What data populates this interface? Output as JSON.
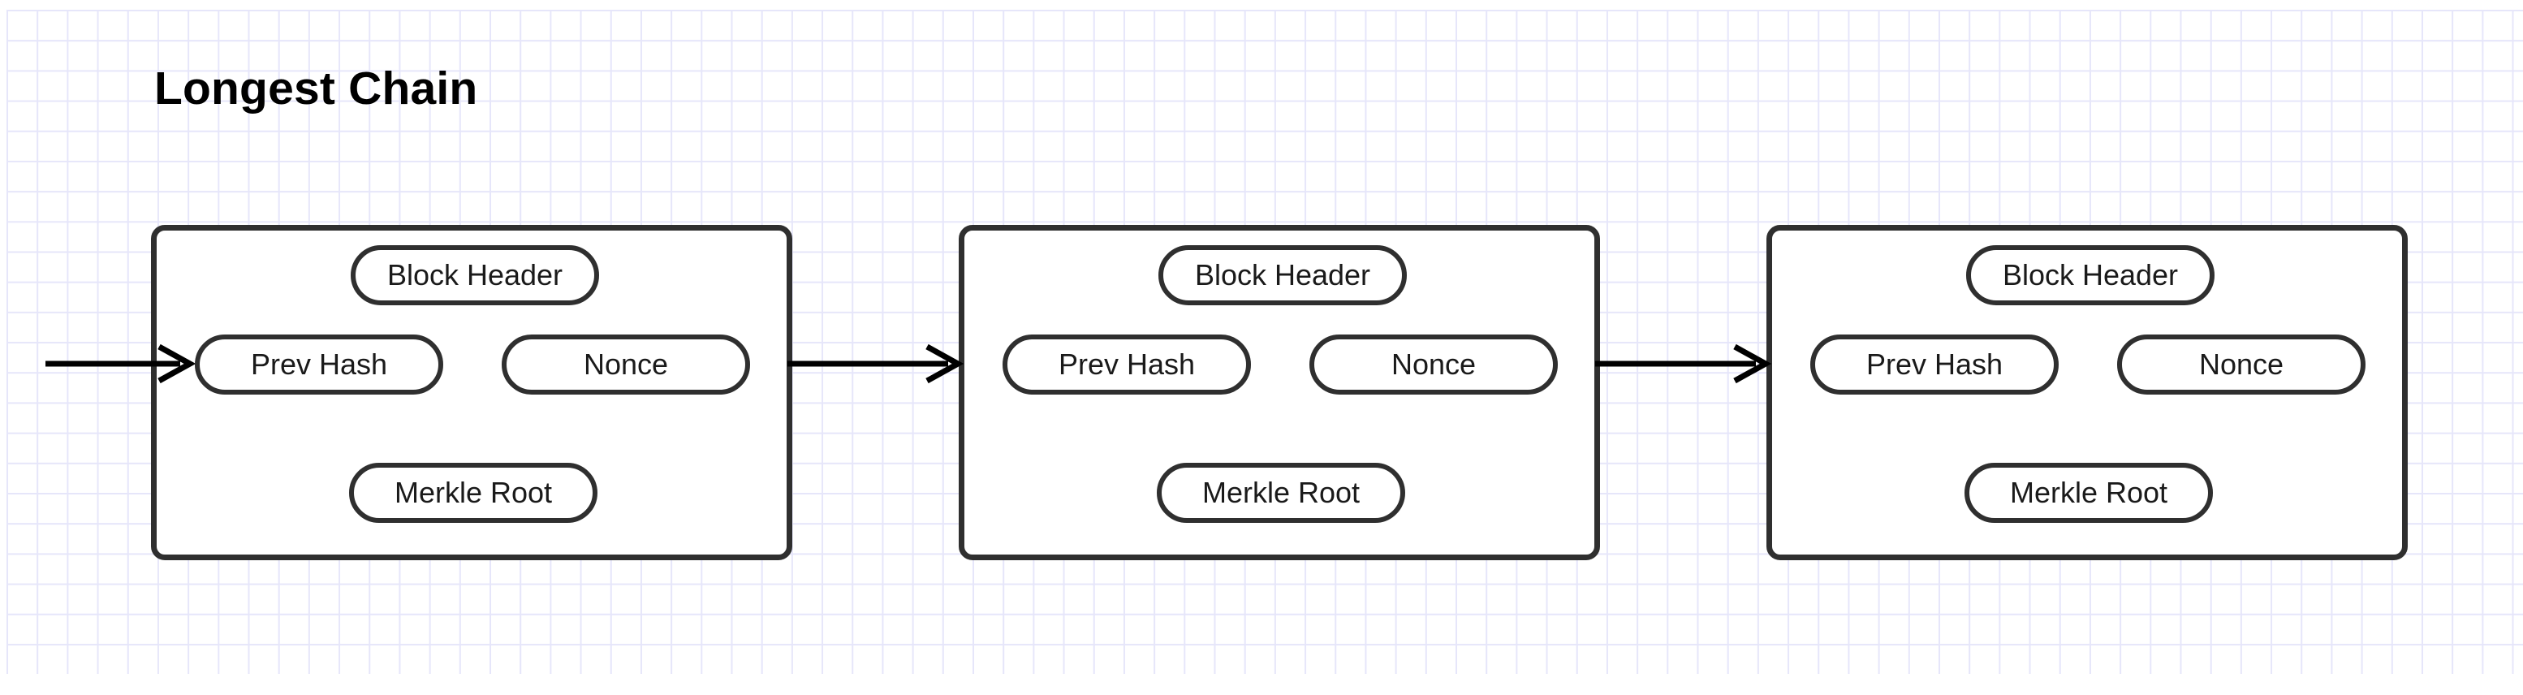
{
  "page": {
    "title": "Longest Chain",
    "background_color": "#ffffff",
    "grid_color": "#e6e6fa",
    "stroke_color": "#2f2f2f",
    "text_color": "#1a1a1a"
  },
  "diagram": {
    "type": "blockchain-chain",
    "block_count": 3,
    "blocks": [
      {
        "index": 1,
        "fields": {
          "header": "Block Header",
          "prev_hash": "Prev Hash",
          "nonce": "Nonce",
          "merkle_root": "Merkle Root"
        }
      },
      {
        "index": 2,
        "fields": {
          "header": "Block Header",
          "prev_hash": "Prev Hash",
          "nonce": "Nonce",
          "merkle_root": "Merkle Root"
        }
      },
      {
        "index": 3,
        "fields": {
          "header": "Block Header",
          "prev_hash": "Prev Hash",
          "nonce": "Nonce",
          "merkle_root": "Merkle Root"
        }
      }
    ],
    "connectors": [
      {
        "from": "canvas-edge",
        "to": "block-1-prev-hash"
      },
      {
        "from": "block-1",
        "to": "block-2-prev-hash"
      },
      {
        "from": "block-2",
        "to": "block-3-prev-hash"
      }
    ]
  }
}
